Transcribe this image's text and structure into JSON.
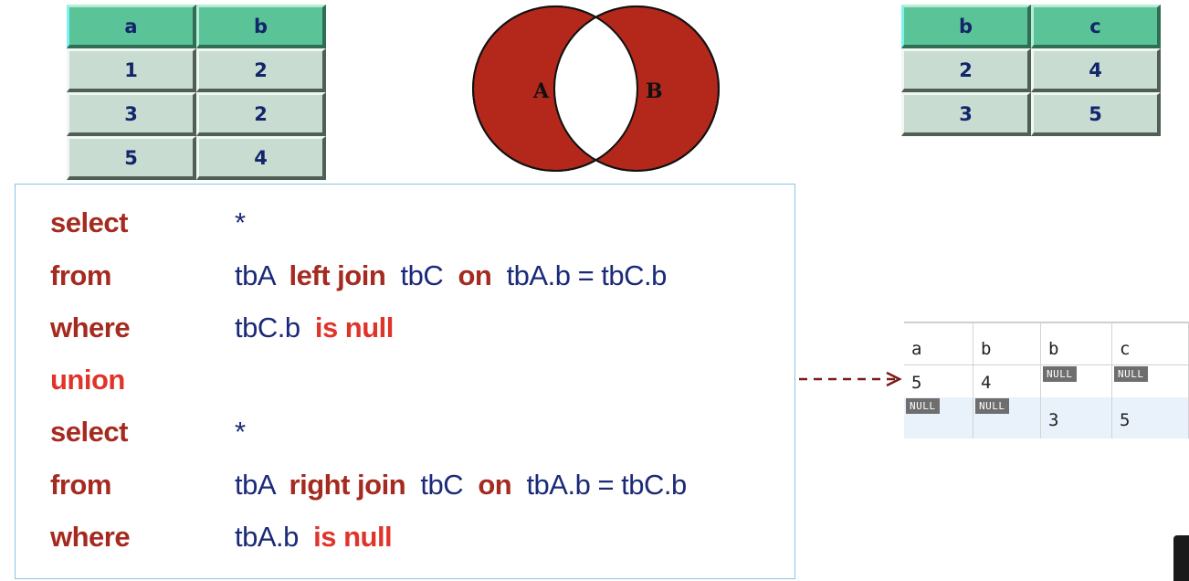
{
  "table_left": {
    "headers": [
      "a",
      "b"
    ],
    "rows": [
      [
        "1",
        "2"
      ],
      [
        "3",
        "2"
      ],
      [
        "5",
        "4"
      ]
    ]
  },
  "table_right": {
    "headers": [
      "b",
      "c"
    ],
    "rows": [
      [
        "2",
        "4"
      ],
      [
        "3",
        "5"
      ]
    ]
  },
  "venn": {
    "label_a": "A",
    "label_b": "B",
    "fill_color": "#b4281c",
    "intersection_color": "#ffffff"
  },
  "sql": {
    "lines": [
      {
        "keyword": "select",
        "parts": [
          {
            "t": "*",
            "c": "id"
          }
        ]
      },
      {
        "keyword": "from",
        "parts": [
          {
            "t": "tbA  ",
            "c": "id"
          },
          {
            "t": "left join",
            "c": "kw"
          },
          {
            "t": "  tbC  ",
            "c": "id"
          },
          {
            "t": "on",
            "c": "kw"
          },
          {
            "t": "  tbA.b = tbC.b",
            "c": "id"
          }
        ]
      },
      {
        "keyword": "where",
        "parts": [
          {
            "t": "tbC.b  ",
            "c": "id"
          },
          {
            "t": "is null",
            "c": "kw-red"
          }
        ]
      },
      {
        "keyword": "union",
        "bright": true,
        "parts": []
      },
      {
        "keyword": "select",
        "parts": [
          {
            "t": "*",
            "c": "id"
          }
        ]
      },
      {
        "keyword": "from",
        "parts": [
          {
            "t": "tbA  ",
            "c": "id"
          },
          {
            "t": "right join",
            "c": "kw"
          },
          {
            "t": "  tbC  ",
            "c": "id"
          },
          {
            "t": "on",
            "c": "kw"
          },
          {
            "t": "  tbA.b = tbC.b",
            "c": "id"
          }
        ]
      },
      {
        "keyword": "where",
        "parts": [
          {
            "t": "tbA.b  ",
            "c": "id"
          },
          {
            "t": "is null",
            "c": "kw-red"
          }
        ]
      }
    ]
  },
  "result": {
    "headers": [
      "a",
      "b",
      "b",
      "c"
    ],
    "rows": [
      [
        {
          "v": "5"
        },
        {
          "v": "4"
        },
        {
          "null": "NULL"
        },
        {
          "null": "NULL"
        }
      ],
      [
        {
          "null": "NULL"
        },
        {
          "null": "NULL"
        },
        {
          "v": "3"
        },
        {
          "v": "5"
        }
      ]
    ]
  },
  "colors": {
    "keyword_dark_red": "#a52a1f",
    "keyword_bright_red": "#e0342a",
    "identifier_navy": "#1b2a78",
    "table_header_green": "#5bc398",
    "table_body": "#c8dcd2",
    "arrow": "#7a1a1a"
  }
}
